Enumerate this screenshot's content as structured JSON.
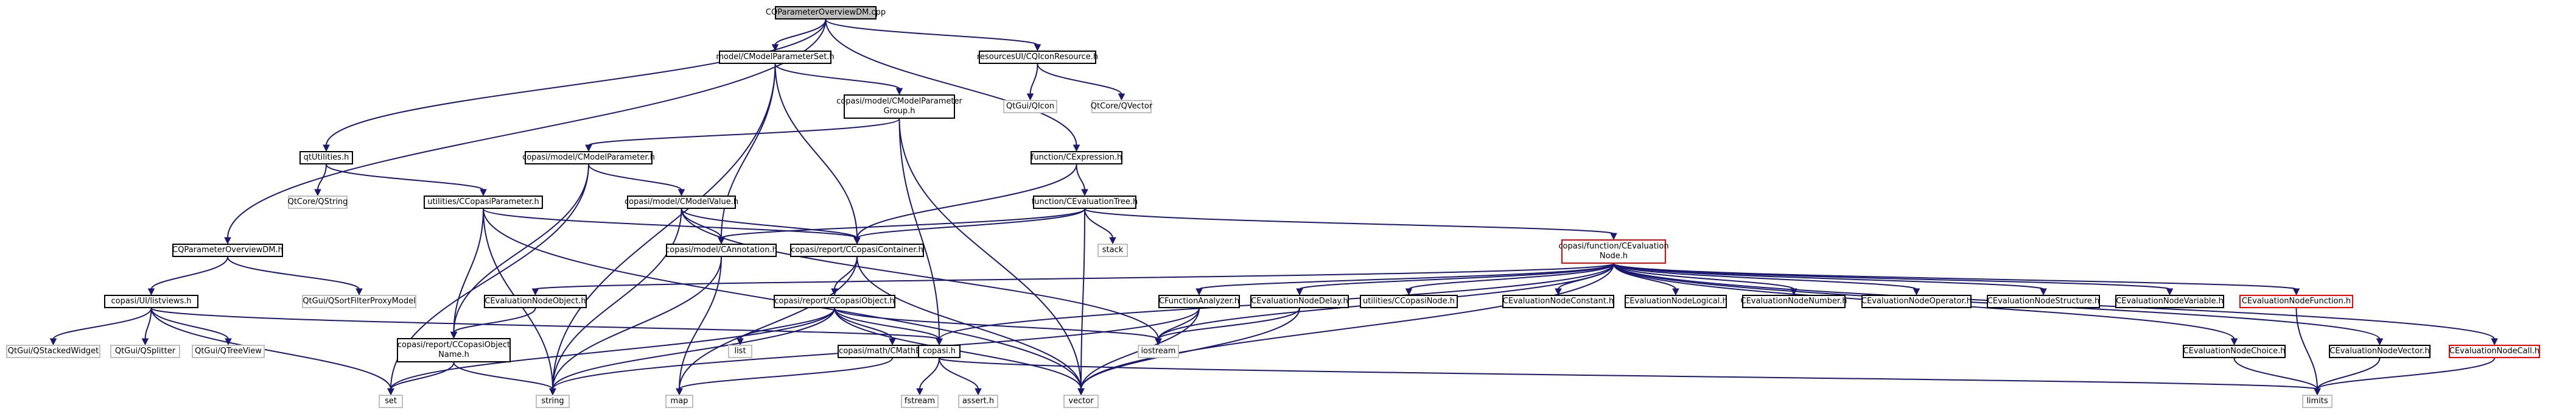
{
  "graph": {
    "root_label": "CQParameterOverviewDM.cpp",
    "colors": {
      "edge": "#191970",
      "local_border": "#000000",
      "system_border": "#bfbfbf",
      "truncated_border": "#ff0000",
      "root_fill": "#bfbfbf"
    },
    "nodes": [
      {
        "id": "root",
        "label": "CQParameterOverviewDM.cpp",
        "kind": "root"
      },
      {
        "id": "model_CModelParameterSet",
        "label": "model/CModelParameterSet.h",
        "kind": "local"
      },
      {
        "id": "resourcesUI_CQIconResource",
        "label": "resourcesUI/CQIconResource.h",
        "kind": "local"
      },
      {
        "id": "qtUtilities",
        "label": "qtUtilities.h",
        "kind": "local"
      },
      {
        "id": "copasi_model_CModelParameterGroup",
        "label": "copasi/model/CModelParameter\nGroup.h",
        "kind": "local"
      },
      {
        "id": "QtGui_QIcon",
        "label": "QtGui/QIcon",
        "kind": "system"
      },
      {
        "id": "QtCore_QVector",
        "label": "QtCore/QVector",
        "kind": "system"
      },
      {
        "id": "copasi_model_CModelParameter",
        "label": "copasi/model/CModelParameter.h",
        "kind": "local"
      },
      {
        "id": "function_CExpression",
        "label": "function/CExpression.h",
        "kind": "local"
      },
      {
        "id": "QtCore_QString",
        "label": "QtCore/QString",
        "kind": "system"
      },
      {
        "id": "utilities_CCopasiParameter",
        "label": "utilities/CCopasiParameter.h",
        "kind": "local"
      },
      {
        "id": "copasi_model_CModelValue",
        "label": "copasi/model/CModelValue.h",
        "kind": "local"
      },
      {
        "id": "function_CEvaluationTree",
        "label": "function/CEvaluationTree.h",
        "kind": "local"
      },
      {
        "id": "CQParameterOverviewDM_h",
        "label": "CQParameterOverviewDM.h",
        "kind": "local"
      },
      {
        "id": "copasi_model_CAnnotation",
        "label": "copasi/model/CAnnotation.h",
        "kind": "local"
      },
      {
        "id": "copasi_report_CCopasiContainer",
        "label": "copasi/report/CCopasiContainer.h",
        "kind": "local"
      },
      {
        "id": "stack",
        "label": "stack",
        "kind": "system"
      },
      {
        "id": "copasi_function_CEvaluationNode",
        "label": "copasi/function/CEvaluation\nNode.h",
        "kind": "truncated"
      },
      {
        "id": "copasi_UI_listviews",
        "label": "copasi/UI/listviews.h",
        "kind": "local"
      },
      {
        "id": "QtGui_QSortFilterProxyModel",
        "label": "QtGui/QSortFilterProxyModel",
        "kind": "system"
      },
      {
        "id": "CEvaluationNodeObject",
        "label": "CEvaluationNodeObject.h",
        "kind": "local"
      },
      {
        "id": "copasi_report_CCopasiObject",
        "label": "copasi/report/CCopasiObject.h",
        "kind": "local"
      },
      {
        "id": "CFunctionAnalyzer",
        "label": "CFunctionAnalyzer.h",
        "kind": "local"
      },
      {
        "id": "CEvaluationNodeDelay",
        "label": "CEvaluationNodeDelay.h",
        "kind": "local"
      },
      {
        "id": "utilities_CCopasiNode",
        "label": "utilities/CCopasiNode.h",
        "kind": "local"
      },
      {
        "id": "CEvaluationNodeConstant",
        "label": "CEvaluationNodeConstant.h",
        "kind": "local"
      },
      {
        "id": "CEvaluationNodeLogical",
        "label": "CEvaluationNodeLogical.h",
        "kind": "local"
      },
      {
        "id": "CEvaluationNodeNumber",
        "label": "CEvaluationNodeNumber.h",
        "kind": "local"
      },
      {
        "id": "CEvaluationNodeOperator",
        "label": "CEvaluationNodeOperator.h",
        "kind": "local"
      },
      {
        "id": "CEvaluationNodeStructure",
        "label": "CEvaluationNodeStructure.h",
        "kind": "local"
      },
      {
        "id": "CEvaluationNodeVariable",
        "label": "CEvaluationNodeVariable.h",
        "kind": "local"
      },
      {
        "id": "CEvaluationNodeFunction",
        "label": "CEvaluationNodeFunction.h",
        "kind": "truncated"
      },
      {
        "id": "QtGui_QStackedWidget",
        "label": "QtGui/QStackedWidget",
        "kind": "system"
      },
      {
        "id": "QtGui_QSplitter",
        "label": "QtGui/QSplitter",
        "kind": "system"
      },
      {
        "id": "QtGui_QTreeView",
        "label": "QtGui/QTreeView",
        "kind": "system"
      },
      {
        "id": "copasi_report_CCopasiObjectName",
        "label": "copasi/report/CCopasiObject\nName.h",
        "kind": "local"
      },
      {
        "id": "list",
        "label": "list",
        "kind": "system"
      },
      {
        "id": "copasi_math_CMathEnum",
        "label": "copasi/math/CMathEnum.h",
        "kind": "local"
      },
      {
        "id": "copasi_h",
        "label": "copasi.h",
        "kind": "local"
      },
      {
        "id": "iostream",
        "label": "iostream",
        "kind": "system"
      },
      {
        "id": "CEvaluationNodeChoice",
        "label": "CEvaluationNodeChoice.h",
        "kind": "local"
      },
      {
        "id": "CEvaluationNodeVector",
        "label": "CEvaluationNodeVector.h",
        "kind": "local"
      },
      {
        "id": "CEvaluationNodeCall",
        "label": "CEvaluationNodeCall.h",
        "kind": "truncated"
      },
      {
        "id": "set",
        "label": "set",
        "kind": "system"
      },
      {
        "id": "string",
        "label": "string",
        "kind": "system"
      },
      {
        "id": "map",
        "label": "map",
        "kind": "system"
      },
      {
        "id": "fstream",
        "label": "fstream",
        "kind": "system"
      },
      {
        "id": "assert_h",
        "label": "assert.h",
        "kind": "system"
      },
      {
        "id": "vector",
        "label": "vector",
        "kind": "system"
      },
      {
        "id": "limits",
        "label": "limits",
        "kind": "system"
      }
    ],
    "edges": [
      [
        "root",
        "model_CModelParameterSet"
      ],
      [
        "root",
        "resourcesUI_CQIconResource"
      ],
      [
        "root",
        "qtUtilities"
      ],
      [
        "root",
        "function_CExpression"
      ],
      [
        "root",
        "CQParameterOverviewDM_h"
      ],
      [
        "model_CModelParameterSet",
        "copasi_model_CModelParameterGroup"
      ],
      [
        "model_CModelParameterSet",
        "copasi_model_CAnnotation"
      ],
      [
        "model_CModelParameterSet",
        "copasi_report_CCopasiContainer"
      ],
      [
        "model_CModelParameterSet",
        "string"
      ],
      [
        "resourcesUI_CQIconResource",
        "QtGui_QIcon"
      ],
      [
        "resourcesUI_CQIconResource",
        "QtCore_QVector"
      ],
      [
        "qtUtilities",
        "QtCore_QString"
      ],
      [
        "qtUtilities",
        "utilities_CCopasiParameter"
      ],
      [
        "copasi_model_CModelParameterGroup",
        "copasi_model_CModelParameter"
      ],
      [
        "copasi_model_CModelParameterGroup",
        "vector"
      ],
      [
        "copasi_model_CModelParameterGroup",
        "copasi_h"
      ],
      [
        "copasi_model_CModelParameter",
        "copasi_model_CModelValue"
      ],
      [
        "copasi_model_CModelParameter",
        "copasi_report_CCopasiObjectName"
      ],
      [
        "copasi_model_CModelParameter",
        "set"
      ],
      [
        "function_CExpression",
        "function_CEvaluationTree"
      ],
      [
        "function_CExpression",
        "copasi_report_CCopasiContainer"
      ],
      [
        "utilities_CCopasiParameter",
        "copasi_report_CCopasiContainer"
      ],
      [
        "utilities_CCopasiParameter",
        "copasi_report_CCopasiObjectName"
      ],
      [
        "utilities_CCopasiParameter",
        "string"
      ],
      [
        "utilities_CCopasiParameter",
        "vector"
      ],
      [
        "copasi_model_CModelValue",
        "copasi_model_CAnnotation"
      ],
      [
        "copasi_model_CModelValue",
        "copasi_report_CCopasiContainer"
      ],
      [
        "copasi_model_CModelValue",
        "iostream"
      ],
      [
        "copasi_model_CModelValue",
        "string"
      ],
      [
        "function_CEvaluationTree",
        "stack"
      ],
      [
        "function_CEvaluationTree",
        "copasi_function_CEvaluationNode"
      ],
      [
        "function_CEvaluationTree",
        "copasi_model_CAnnotation"
      ],
      [
        "function_CEvaluationTree",
        "copasi_report_CCopasiContainer"
      ],
      [
        "function_CEvaluationTree",
        "vector"
      ],
      [
        "CQParameterOverviewDM_h",
        "copasi_UI_listviews"
      ],
      [
        "CQParameterOverviewDM_h",
        "QtGui_QSortFilterProxyModel"
      ],
      [
        "copasi_model_CAnnotation",
        "map"
      ],
      [
        "copasi_model_CAnnotation",
        "string"
      ],
      [
        "copasi_report_CCopasiContainer",
        "copasi_report_CCopasiObject"
      ],
      [
        "copasi_report_CCopasiContainer",
        "map"
      ],
      [
        "copasi_report_CCopasiContainer",
        "vector"
      ],
      [
        "copasi_function_CEvaluationNode",
        "CEvaluationNodeObject"
      ],
      [
        "copasi_function_CEvaluationNode",
        "CFunctionAnalyzer"
      ],
      [
        "copasi_function_CEvaluationNode",
        "CEvaluationNodeDelay"
      ],
      [
        "copasi_function_CEvaluationNode",
        "utilities_CCopasiNode"
      ],
      [
        "copasi_function_CEvaluationNode",
        "CEvaluationNodeConstant"
      ],
      [
        "copasi_function_CEvaluationNode",
        "CEvaluationNodeLogical"
      ],
      [
        "copasi_function_CEvaluationNode",
        "CEvaluationNodeNumber"
      ],
      [
        "copasi_function_CEvaluationNode",
        "CEvaluationNodeOperator"
      ],
      [
        "copasi_function_CEvaluationNode",
        "CEvaluationNodeStructure"
      ],
      [
        "copasi_function_CEvaluationNode",
        "CEvaluationNodeVariable"
      ],
      [
        "copasi_function_CEvaluationNode",
        "CEvaluationNodeFunction"
      ],
      [
        "copasi_function_CEvaluationNode",
        "CEvaluationNodeChoice"
      ],
      [
        "copasi_function_CEvaluationNode",
        "CEvaluationNodeVector"
      ],
      [
        "copasi_function_CEvaluationNode",
        "CEvaluationNodeCall"
      ],
      [
        "copasi_function_CEvaluationNode",
        "iostream"
      ],
      [
        "copasi_function_CEvaluationNode",
        "vector"
      ],
      [
        "copasi_function_CEvaluationNode",
        "copasi_h"
      ],
      [
        "copasi_UI_listviews",
        "QtGui_QStackedWidget"
      ],
      [
        "copasi_UI_listviews",
        "QtGui_QSplitter"
      ],
      [
        "copasi_UI_listviews",
        "QtGui_QTreeView"
      ],
      [
        "copasi_UI_listviews",
        "set"
      ],
      [
        "copasi_UI_listviews",
        "copasi_h"
      ],
      [
        "CEvaluationNodeObject",
        "copasi_report_CCopasiObjectName"
      ],
      [
        "copasi_report_CCopasiObject",
        "list"
      ],
      [
        "copasi_report_CCopasiObject",
        "copasi_math_CMathEnum"
      ],
      [
        "copasi_report_CCopasiObject",
        "copasi_h"
      ],
      [
        "copasi_report_CCopasiObject",
        "iostream"
      ],
      [
        "copasi_report_CCopasiObject",
        "set"
      ],
      [
        "copasi_report_CCopasiObject",
        "vector"
      ],
      [
        "copasi_report_CCopasiObject",
        "string"
      ],
      [
        "CFunctionAnalyzer",
        "iostream"
      ],
      [
        "CFunctionAnalyzer",
        "vector"
      ],
      [
        "CFunctionAnalyzer",
        "string"
      ],
      [
        "CEvaluationNodeDelay",
        "iostream"
      ],
      [
        "CEvaluationNodeDelay",
        "vector"
      ],
      [
        "copasi_report_CCopasiObjectName",
        "string"
      ],
      [
        "copasi_report_CCopasiObjectName",
        "set"
      ],
      [
        "copasi_math_CMathEnum",
        "map"
      ],
      [
        "copasi_h",
        "fstream"
      ],
      [
        "copasi_h",
        "assert_h"
      ],
      [
        "copasi_h",
        "limits"
      ],
      [
        "CEvaluationNodeFunction",
        "limits"
      ],
      [
        "CEvaluationNodeChoice",
        "limits"
      ],
      [
        "CEvaluationNodeVector",
        "limits"
      ],
      [
        "CEvaluationNodeCall",
        "limits"
      ]
    ]
  }
}
